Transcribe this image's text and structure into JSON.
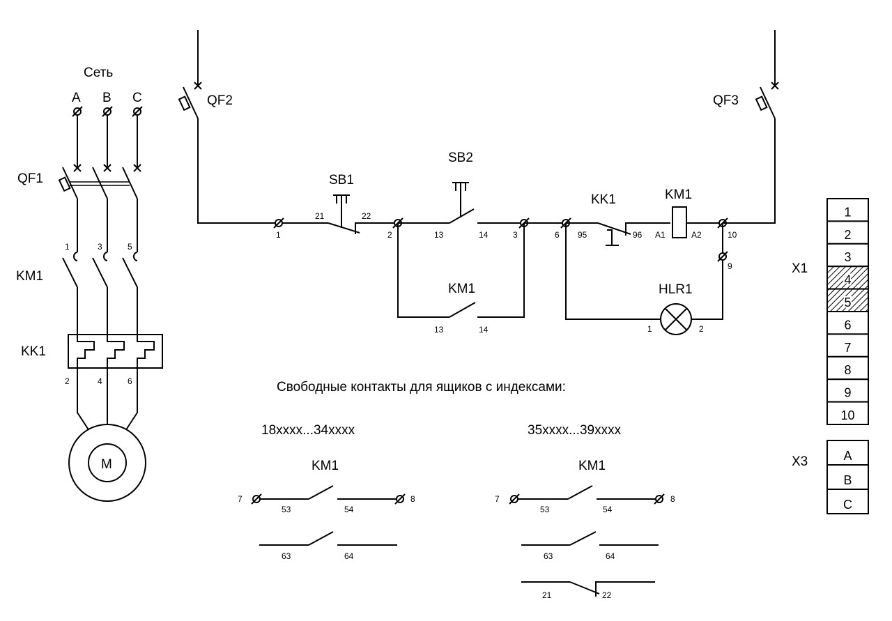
{
  "power": {
    "network_label": "Сеть",
    "phases": [
      "A",
      "B",
      "C"
    ],
    "qf1": "QF1",
    "km1": "KM1",
    "kk1": "KK1",
    "motor": "M",
    "top_terminals": [
      "1",
      "3",
      "5"
    ],
    "bottom_terminals": [
      "2",
      "4",
      "6"
    ]
  },
  "control": {
    "qf2": "QF2",
    "qf3": "QF3",
    "sb1": "SB1",
    "sb2": "SB2",
    "kk1": "KK1",
    "km1_coil": "KM1",
    "km1_contact": "KM1",
    "hlr1": "HLR1",
    "nodes": {
      "n1": "1",
      "n2": "2",
      "n3": "3",
      "n6": "6",
      "n9": "9",
      "n10": "10"
    },
    "pins": {
      "sb1_a": "21",
      "sb1_b": "22",
      "sb2_a": "13",
      "sb2_b": "14",
      "km1_a": "13",
      "km1_b": "14",
      "kk1_a": "95",
      "kk1_b": "96",
      "coil_a": "A1",
      "coil_b": "A2",
      "lamp_a": "1",
      "lamp_b": "2"
    }
  },
  "free_contacts": {
    "heading": "Свободные контакты для ящиков с индексами:",
    "left": {
      "range": "18xxxx...34xxxx",
      "label": "KM1",
      "no1": [
        "53",
        "54"
      ],
      "no2": [
        "63",
        "64"
      ],
      "terminals": [
        "7",
        "8"
      ]
    },
    "right": {
      "range": "35xxxx...39xxxx",
      "label": "KM1",
      "no1": [
        "53",
        "54"
      ],
      "no2": [
        "63",
        "64"
      ],
      "nc": [
        "21",
        "22"
      ],
      "terminals": [
        "7",
        "8"
      ]
    }
  },
  "terminal_blocks": {
    "x1": {
      "label": "X1",
      "cells": [
        "1",
        "2",
        "3",
        "4",
        "5",
        "6",
        "7",
        "8",
        "9",
        "10"
      ],
      "hatched": [
        "4",
        "5"
      ]
    },
    "x3": {
      "label": "X3",
      "cells": [
        "A",
        "B",
        "C"
      ]
    }
  }
}
